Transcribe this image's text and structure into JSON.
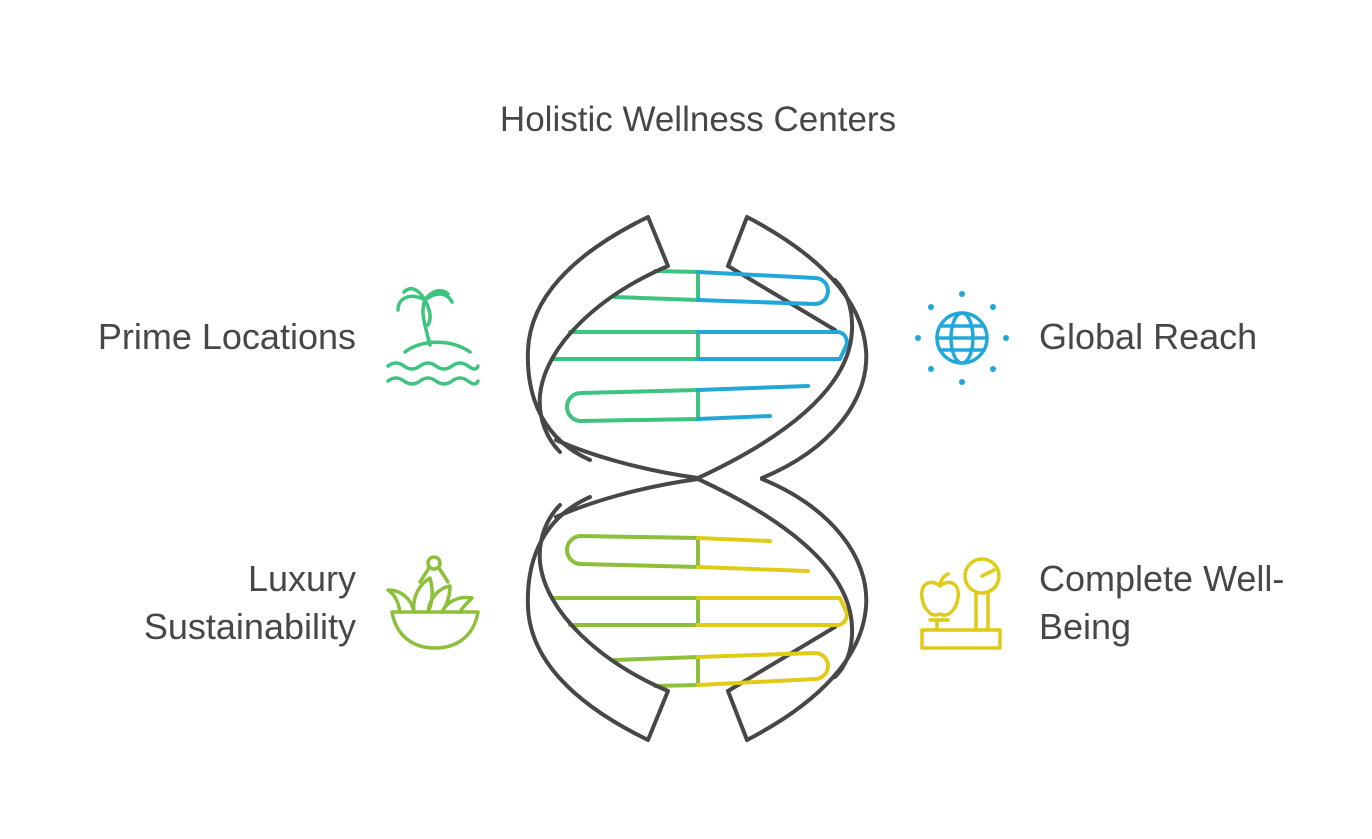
{
  "title": "Holistic Wellness Centers",
  "items": [
    {
      "label": "Prime Locations",
      "icon": "palm-island-icon",
      "color": "#3dc47e"
    },
    {
      "label": "Global Reach",
      "icon": "globe-icon",
      "color": "#22a8d8"
    },
    {
      "label_line1": "Luxury",
      "label_line2": "Sustainability",
      "icon": "plant-bowl-icon",
      "color": "#8cbf3a"
    },
    {
      "label_line1": "Complete Well-",
      "label_line2": "Being",
      "icon": "scale-apple-icon",
      "color": "#e0cc17"
    }
  ],
  "strand_color": "#474747"
}
